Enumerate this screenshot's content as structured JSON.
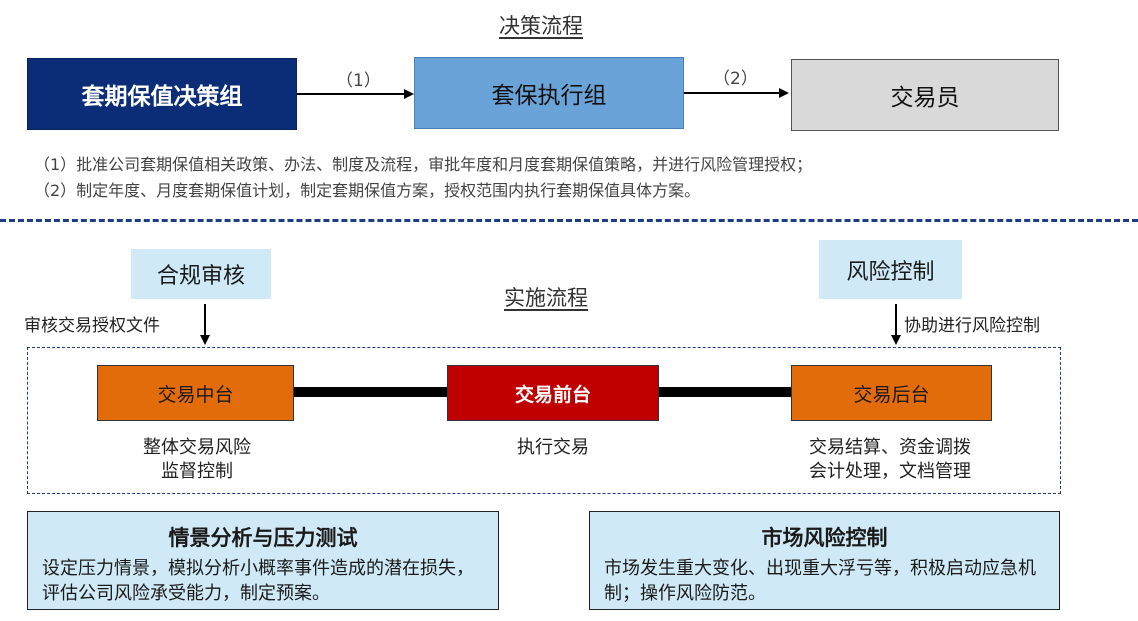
{
  "decision": {
    "title": "决策流程",
    "boxes": [
      "套期保值决策组",
      "套保执行组",
      "交易员"
    ],
    "arrow_labels": [
      "（1）",
      "（2）"
    ],
    "notes": [
      "（1）批准公司套期保值相关政策、办法、制度及流程，审批年度和月度套期保值策略，并进行风险管理授权；",
      "（2）制定年度、月度套期保值计划，制定套期保值方案，授权范围内执行套期保值具体方案。"
    ]
  },
  "implement": {
    "title": "实施流程",
    "compliance": {
      "label": "合规审核",
      "arrow_text": "审核交易授权文件"
    },
    "risk": {
      "label": "风险控制",
      "arrow_text": "协助进行风险控制"
    },
    "desks": [
      {
        "label": "交易中台",
        "desc1": "整体交易风险",
        "desc2": "监督控制"
      },
      {
        "label": "交易前台",
        "desc1": "执行交易",
        "desc2": ""
      },
      {
        "label": "交易后台",
        "desc1": "交易结算、资金调拨",
        "desc2": "会计处理，文档管理"
      }
    ]
  },
  "panels": [
    {
      "title": "情景分析与压力测试",
      "body": "设定压力情景，模拟分析小概率事件造成的潜在损失，评估公司风险承受能力，制定预案。"
    },
    {
      "title": "市场风险控制",
      "body": "市场发生重大变化、出现重大浮亏等，积极启动应急机制；操作风险防范。"
    }
  ],
  "colors": {
    "dark_blue": "#0b2d78",
    "mid_blue": "#6aa3d8",
    "grey": "#d9d9d9",
    "light_blue": "#cfe9f6",
    "orange": "#e36c0a",
    "red": "#c00000",
    "dash_blue": "#1f3c88"
  }
}
